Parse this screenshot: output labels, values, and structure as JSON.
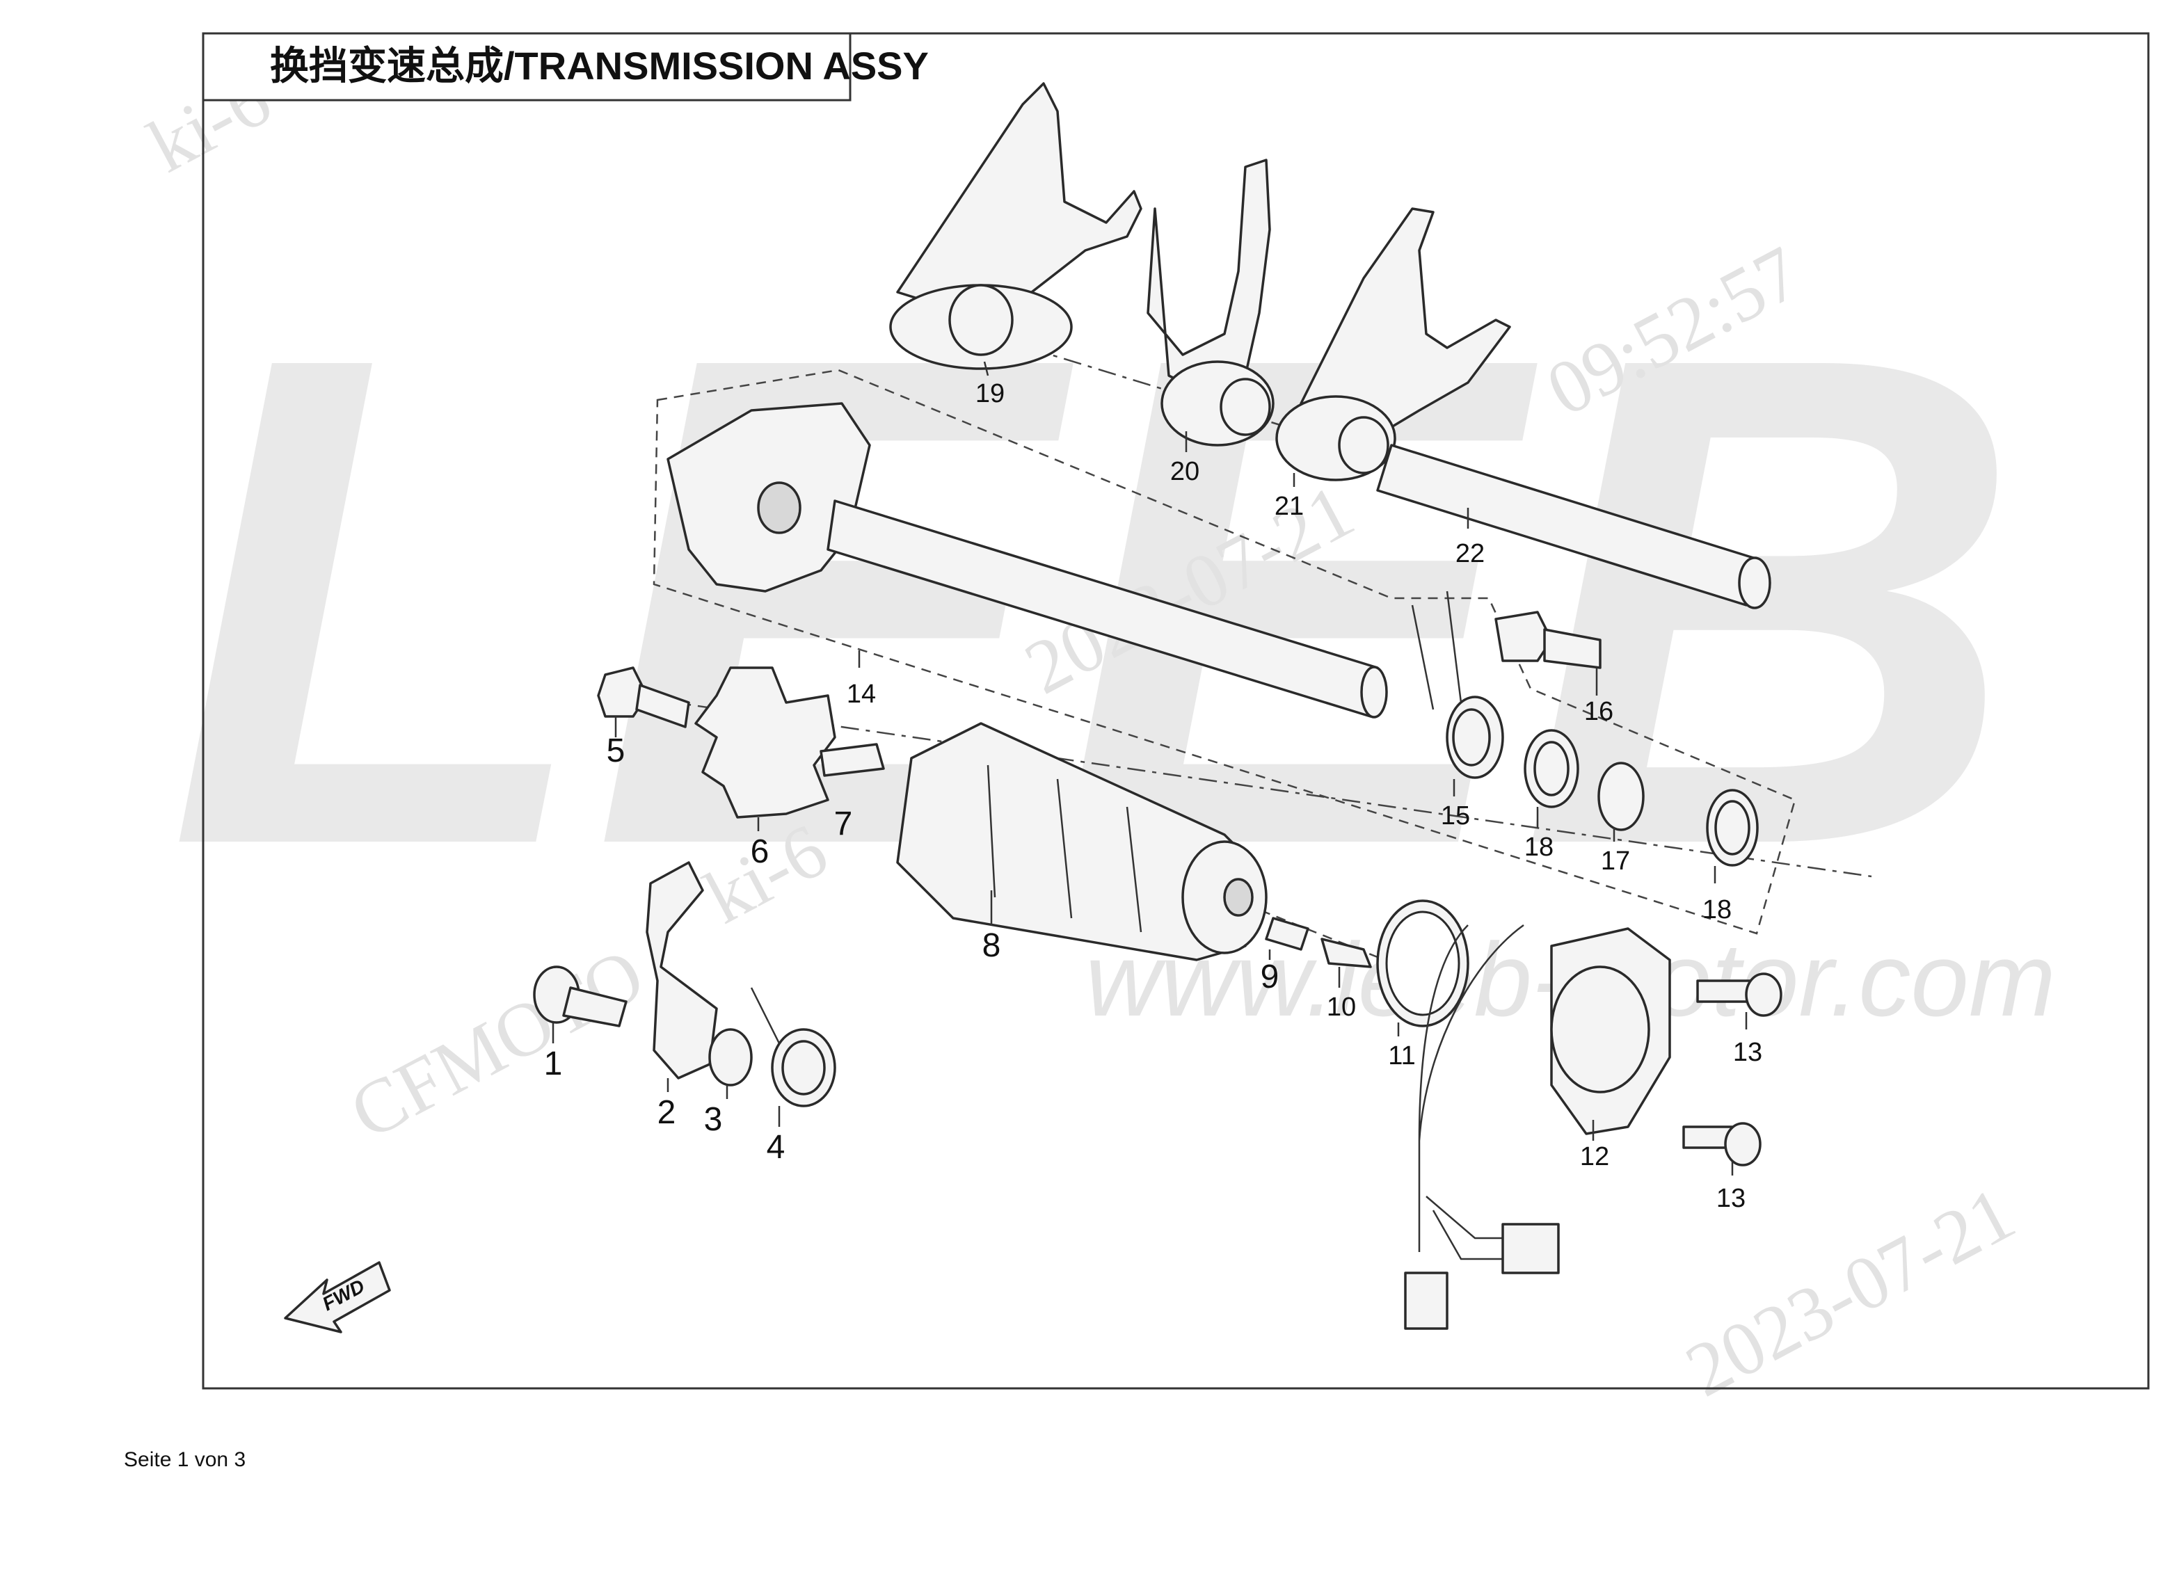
{
  "title": "换挡变速总成/TRANSMISSION ASSY",
  "footer": "Seite 1 von 3",
  "watermark": {
    "brand": "LEEB",
    "url": "www.leeb-motor.com",
    "stamp_time": "09:52:57",
    "stamp_date": "2023-07-21",
    "stamp_mark": "ki-6",
    "stamp_brand": "CFMOTO"
  },
  "fwd_label": "FWD",
  "callouts": [
    "1",
    "2",
    "3",
    "4",
    "5",
    "6",
    "7",
    "8",
    "9",
    "10",
    "11",
    "12",
    "13",
    "13",
    "14",
    "15",
    "16",
    "17",
    "18",
    "18",
    "19",
    "20",
    "21",
    "22"
  ]
}
